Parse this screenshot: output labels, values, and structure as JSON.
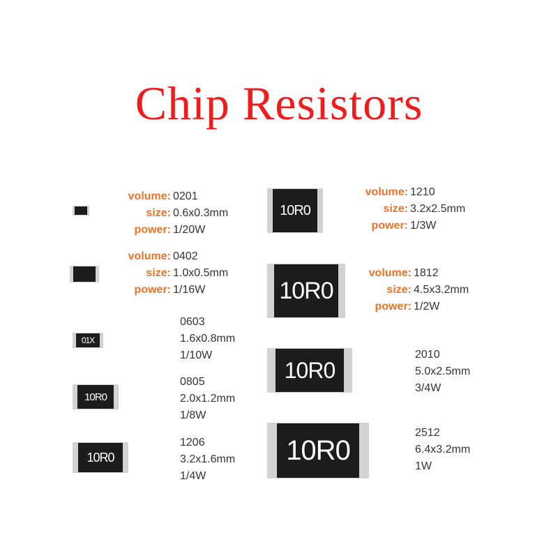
{
  "title": "Chip Resistors",
  "colors": {
    "title": "#ee1c1c",
    "label": "#e8742a",
    "text": "#333333",
    "chip_body": "#1c1c1c",
    "chip_terminal": "#d2d2d2"
  },
  "labels": {
    "volume": "volume:",
    "size": "size:",
    "power": "power:"
  },
  "resistors": [
    {
      "volume": "0201",
      "size": "0.6x0.3mm",
      "power": "1/20W",
      "marking": ""
    },
    {
      "volume": "0402",
      "size": "1.0x0.5mm",
      "power": "1/16W",
      "marking": ""
    },
    {
      "volume": "0603",
      "size": "1.6x0.8mm",
      "power": "1/10W",
      "marking": "01X"
    },
    {
      "volume": "0805",
      "size": "2.0x1.2mm",
      "power": "1/8W",
      "marking": "10R0"
    },
    {
      "volume": "1206",
      "size": "3.2x1.6mm",
      "power": "1/4W",
      "marking": "10R0"
    },
    {
      "volume": "1210",
      "size": "3.2x2.5mm",
      "power": "1/3W",
      "marking": "10R0"
    },
    {
      "volume": "1812",
      "size": "4.5x3.2mm",
      "power": "1/2W",
      "marking": "10R0"
    },
    {
      "volume": "2010",
      "size": "5.0x2.5mm",
      "power": "3/4W",
      "marking": "10R0"
    },
    {
      "volume": "2512",
      "size": "6.4x3.2mm",
      "power": "1W",
      "marking": "10R0"
    }
  ]
}
